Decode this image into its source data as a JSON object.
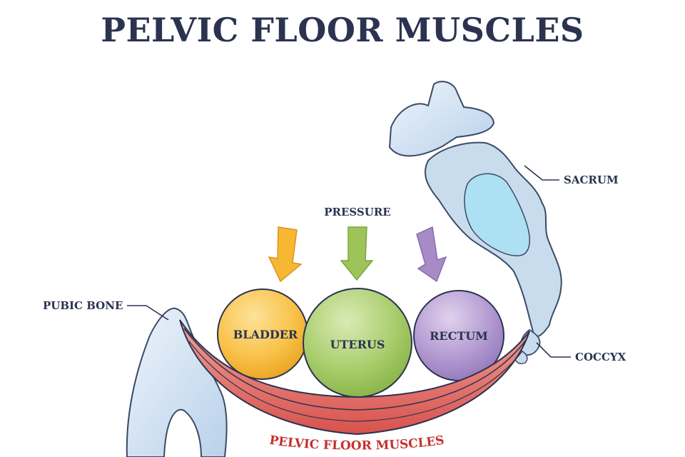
{
  "title": "PELVIC FLOOR MUSCLES",
  "labels": {
    "pressure": "PRESSURE",
    "sacrum": "SACRUM",
    "coccyx": "COCCYX",
    "pubic_bone": "PUBIC BONE",
    "pelvic_floor_muscles": "PELVIC FLOOR MUSCLES"
  },
  "organs": {
    "bladder": "BLADDER",
    "uterus": "UTERUS",
    "rectum": "RECTUM"
  },
  "colors": {
    "title": "#2b3350",
    "bladder": "#f7b733",
    "uterus": "#9cc45a",
    "rectum": "#a78bc7",
    "muscle": "#e4706c",
    "bone": "#a9c6e4",
    "arrow_yellow": "#f7b733",
    "arrow_green": "#9cc45a",
    "arrow_purple": "#a78bc7"
  }
}
